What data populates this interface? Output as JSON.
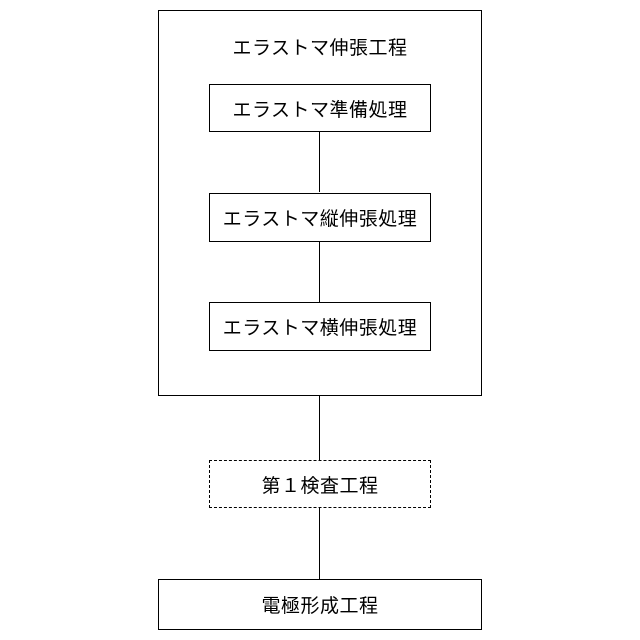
{
  "diagram": {
    "outer_group": {
      "title": "エラストマ伸張工程"
    },
    "steps": [
      {
        "label": "エラストマ準備処理"
      },
      {
        "label": "エラストマ縦伸張処理"
      },
      {
        "label": "エラストマ横伸張処理"
      }
    ],
    "inspection_step": {
      "label": "第１検査工程",
      "optional": true
    },
    "final_step": {
      "label": "電極形成工程"
    }
  }
}
